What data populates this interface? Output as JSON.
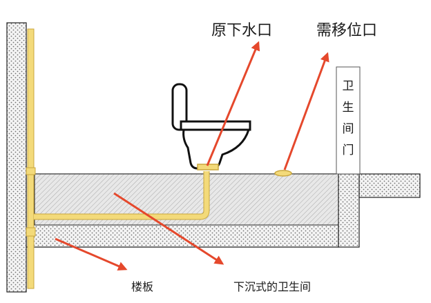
{
  "labels": {
    "original_drain": "原下水口",
    "relocated_drain": "需移位口",
    "bathroom_door": "卫生间门",
    "floor_slab": "楼板",
    "sunken_bathroom": "下沉式的卫生间"
  },
  "colors": {
    "arrow": "#e5482c",
    "pipe": "#f3da7a",
    "pipe_edge": "#c9a63c",
    "concrete": "#f2f2f2",
    "dots": "#777777",
    "hatch": "#a9a9a9",
    "fill_bg": "#e9e9e9",
    "outline": "#222222"
  },
  "icons": [
    "toilet-icon",
    "arrow-icon",
    "drain-outlet-icon"
  ]
}
